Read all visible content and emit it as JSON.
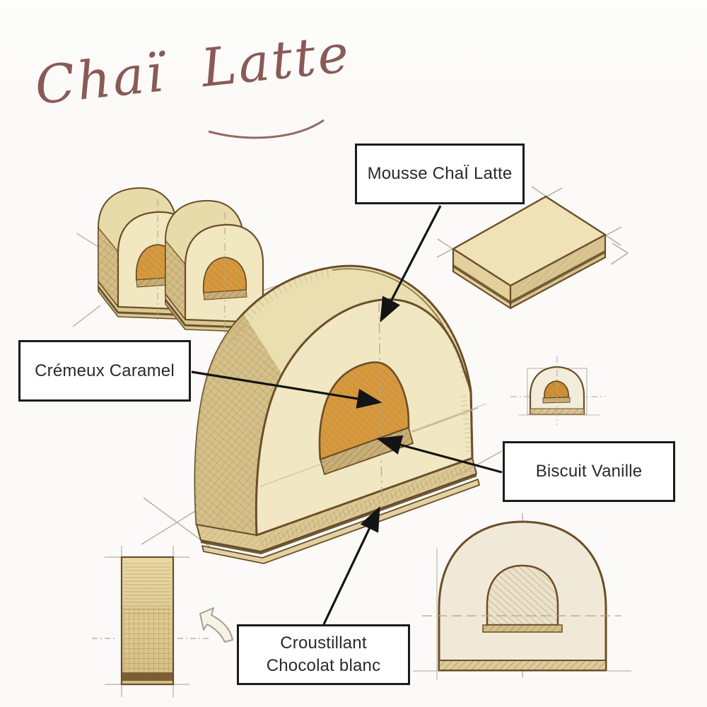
{
  "title": {
    "text": "Chaï Latte"
  },
  "labels": {
    "mousse": "Mousse ChaÏ Latte",
    "cremeux": "Crémeux Caramel",
    "biscuit": "Biscuit Vanille",
    "croustillant_line1": "Croustillant",
    "croustillant_line2": "Chocolat blanc"
  },
  "icons": {
    "curved_arrow": "curved-arrow-up-left"
  },
  "colors": {
    "background": "#fbfaf8",
    "title_script": "#8a5a56",
    "label_border": "#1b1b1b",
    "label_text": "#2a2a2a",
    "annotation_arrow": "#141414",
    "pastry_cream_front": "#f1e7c2",
    "pastry_cream_top": "#eadfb0",
    "pastry_side_tan": "#d5bf87",
    "caramel_orange": "#d6993d",
    "biscuit_strip_tan": "#c9ae76",
    "base_slab_tan": "#dcc893",
    "sketch_outline_brown": "#6b4e28",
    "construction_line_gray": "#b6a992"
  }
}
